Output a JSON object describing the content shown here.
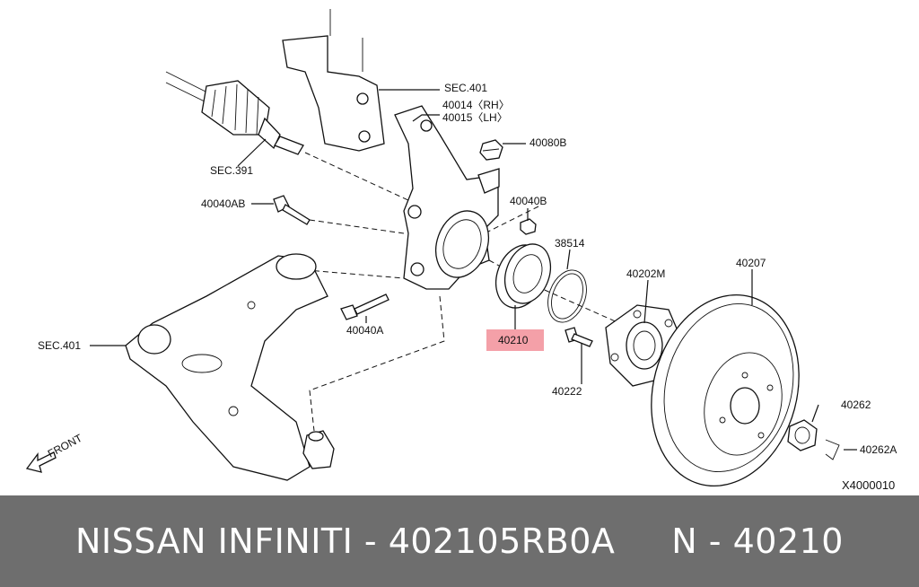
{
  "callouts": {
    "sec401_top": "SEC.401",
    "p40014": "40014〈RH〉",
    "p40015": "40015〈LH〉",
    "sec391": "SEC.391",
    "p40080b": "40080B",
    "p40040ab": "40040AB",
    "p40040b": "40040B",
    "p38514": "38514",
    "p40202m": "40202M",
    "p40207": "40207",
    "sec401_left": "SEC.401",
    "p40040a": "40040A",
    "p40210": "40210",
    "p40222": "40222",
    "p40262": "40262",
    "p40262a": "40262A",
    "front": "FRONT",
    "diagram_code": "X4000010"
  },
  "colors": {
    "highlight": "#f4a0a8",
    "banner_bg": "#6e6e6e",
    "banner_text": "#ffffff"
  },
  "banner": {
    "text": "NISSAN INFINITI - 402105RB0A     N - 40210"
  }
}
